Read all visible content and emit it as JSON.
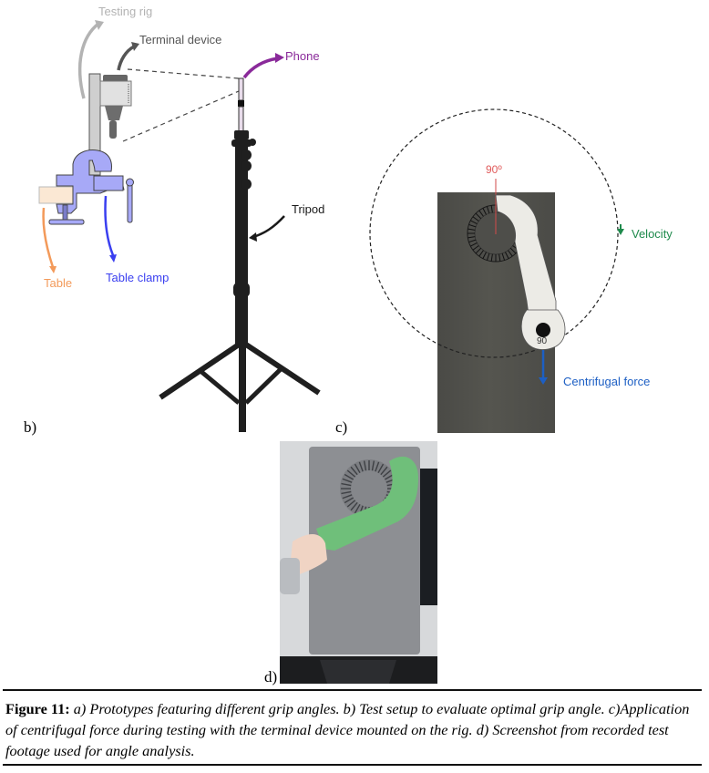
{
  "panel_b": {
    "letter": "b)",
    "labels": {
      "testing_rig": "Testing rig",
      "terminal_device": "Terminal device",
      "phone": "Phone",
      "tripod": "Tripod",
      "table": "Table",
      "table_clamp": "Table clamp"
    },
    "colors": {
      "testing_rig": "#b3b3b3",
      "terminal_device": "#555555",
      "phone": "#8a2a9a",
      "tripod": "#1a1a1a",
      "table": "#f39a5a",
      "table_clamp": "#3a3ff0",
      "clamp_fill": "#a7a9f7"
    }
  },
  "panel_c": {
    "letter": "c)",
    "labels": {
      "angle": "90º",
      "velocity": "Velocity",
      "centrifugal_force": "Centrifugal force",
      "engraving": "90"
    },
    "colors": {
      "angle": "#e05a5a",
      "velocity": "#1f8a4c",
      "centrifugal_force": "#1d5fc4",
      "plate": "#4e4e4a"
    }
  },
  "panel_d": {
    "letter": "d)",
    "colors": {
      "handle": "#6fbf7a",
      "plate": "#8d8f93"
    }
  },
  "caption": {
    "label": "Figure 11:",
    "text": " a) Prototypes featuring different grip angles. b) Test setup to evaluate optimal grip angle. c)Application of centrifugal force during testing with the terminal device mounted on the rig. d)  Screenshot from recorded test footage used for angle analysis."
  }
}
